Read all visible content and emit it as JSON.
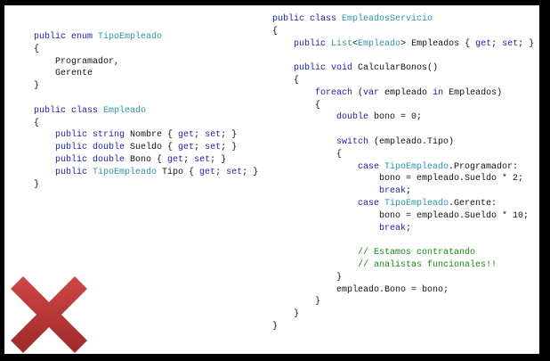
{
  "code_left": {
    "lines": [
      {
        "tokens": [
          {
            "k": "kw",
            "s": "public enum "
          },
          {
            "k": "type",
            "s": "TipoEmpleado"
          }
        ]
      },
      {
        "tokens": [
          {
            "k": "plain",
            "s": "{"
          }
        ]
      },
      {
        "tokens": [
          {
            "k": "plain",
            "s": "    Programador,"
          }
        ]
      },
      {
        "tokens": [
          {
            "k": "plain",
            "s": "    Gerente"
          }
        ]
      },
      {
        "tokens": [
          {
            "k": "plain",
            "s": "}"
          }
        ]
      },
      {
        "tokens": []
      },
      {
        "tokens": [
          {
            "k": "kw",
            "s": "public class "
          },
          {
            "k": "type",
            "s": "Empleado"
          }
        ]
      },
      {
        "tokens": [
          {
            "k": "plain",
            "s": "{"
          }
        ]
      },
      {
        "tokens": [
          {
            "k": "kw",
            "s": "    public string "
          },
          {
            "k": "plain",
            "s": "Nombre { "
          },
          {
            "k": "kw",
            "s": "get"
          },
          {
            "k": "plain",
            "s": "; "
          },
          {
            "k": "kw",
            "s": "set"
          },
          {
            "k": "plain",
            "s": "; }"
          }
        ]
      },
      {
        "tokens": [
          {
            "k": "kw",
            "s": "    public double "
          },
          {
            "k": "plain",
            "s": "Sueldo { "
          },
          {
            "k": "kw",
            "s": "get"
          },
          {
            "k": "plain",
            "s": "; "
          },
          {
            "k": "kw",
            "s": "set"
          },
          {
            "k": "plain",
            "s": "; }"
          }
        ]
      },
      {
        "tokens": [
          {
            "k": "kw",
            "s": "    public double "
          },
          {
            "k": "plain",
            "s": "Bono { "
          },
          {
            "k": "kw",
            "s": "get"
          },
          {
            "k": "plain",
            "s": "; "
          },
          {
            "k": "kw",
            "s": "set"
          },
          {
            "k": "plain",
            "s": "; }"
          }
        ]
      },
      {
        "tokens": [
          {
            "k": "kw",
            "s": "    public "
          },
          {
            "k": "type",
            "s": "TipoEmpleado"
          },
          {
            "k": "plain",
            "s": " Tipo { "
          },
          {
            "k": "kw",
            "s": "get"
          },
          {
            "k": "plain",
            "s": "; "
          },
          {
            "k": "kw",
            "s": "set"
          },
          {
            "k": "plain",
            "s": "; }"
          }
        ]
      },
      {
        "tokens": [
          {
            "k": "plain",
            "s": "}"
          }
        ]
      }
    ]
  },
  "code_right": {
    "lines": [
      {
        "tokens": [
          {
            "k": "kw",
            "s": "public class "
          },
          {
            "k": "type",
            "s": "EmpleadosServicio"
          }
        ]
      },
      {
        "tokens": [
          {
            "k": "plain",
            "s": "{"
          }
        ]
      },
      {
        "tokens": [
          {
            "k": "kw",
            "s": "    public "
          },
          {
            "k": "type",
            "s": "List"
          },
          {
            "k": "plain",
            "s": "<"
          },
          {
            "k": "type",
            "s": "Empleado"
          },
          {
            "k": "plain",
            "s": "> Empleados { "
          },
          {
            "k": "kw",
            "s": "get"
          },
          {
            "k": "plain",
            "s": "; "
          },
          {
            "k": "kw",
            "s": "set"
          },
          {
            "k": "plain",
            "s": "; }"
          }
        ]
      },
      {
        "tokens": []
      },
      {
        "tokens": [
          {
            "k": "kw",
            "s": "    public void "
          },
          {
            "k": "plain",
            "s": "CalcularBonos()"
          }
        ]
      },
      {
        "tokens": [
          {
            "k": "plain",
            "s": "    {"
          }
        ]
      },
      {
        "tokens": [
          {
            "k": "kw",
            "s": "        foreach "
          },
          {
            "k": "plain",
            "s": "("
          },
          {
            "k": "kw",
            "s": "var "
          },
          {
            "k": "plain",
            "s": "empleado "
          },
          {
            "k": "kw",
            "s": "in "
          },
          {
            "k": "plain",
            "s": "Empleados)"
          }
        ]
      },
      {
        "tokens": [
          {
            "k": "plain",
            "s": "        {"
          }
        ]
      },
      {
        "tokens": [
          {
            "k": "kw",
            "s": "            double "
          },
          {
            "k": "plain",
            "s": "bono = 0;"
          }
        ]
      },
      {
        "tokens": []
      },
      {
        "tokens": [
          {
            "k": "kw",
            "s": "            switch "
          },
          {
            "k": "plain",
            "s": "(empleado.Tipo)"
          }
        ]
      },
      {
        "tokens": [
          {
            "k": "plain",
            "s": "            {"
          }
        ]
      },
      {
        "tokens": [
          {
            "k": "kw",
            "s": "                case "
          },
          {
            "k": "type",
            "s": "TipoEmpleado"
          },
          {
            "k": "plain",
            "s": ".Programador:"
          }
        ]
      },
      {
        "tokens": [
          {
            "k": "plain",
            "s": "                    bono = empleado.Sueldo * 2;"
          }
        ]
      },
      {
        "tokens": [
          {
            "k": "kw",
            "s": "                    break"
          },
          {
            "k": "plain",
            "s": ";"
          }
        ]
      },
      {
        "tokens": [
          {
            "k": "kw",
            "s": "                case "
          },
          {
            "k": "type",
            "s": "TipoEmpleado"
          },
          {
            "k": "plain",
            "s": ".Gerente:"
          }
        ]
      },
      {
        "tokens": [
          {
            "k": "plain",
            "s": "                    bono = empleado.Sueldo * 10;"
          }
        ]
      },
      {
        "tokens": [
          {
            "k": "kw",
            "s": "                    break"
          },
          {
            "k": "plain",
            "s": ";"
          }
        ]
      },
      {
        "tokens": []
      },
      {
        "tokens": [
          {
            "k": "comment",
            "s": "                // Estamos contratando"
          }
        ]
      },
      {
        "tokens": [
          {
            "k": "comment",
            "s": "                // analistas funcionales!!"
          }
        ]
      },
      {
        "tokens": [
          {
            "k": "plain",
            "s": "            }"
          }
        ]
      },
      {
        "tokens": [
          {
            "k": "plain",
            "s": "            empleado.Bono = bono;"
          }
        ]
      },
      {
        "tokens": [
          {
            "k": "plain",
            "s": "        }"
          }
        ]
      },
      {
        "tokens": [
          {
            "k": "plain",
            "s": "    }"
          }
        ]
      },
      {
        "tokens": [
          {
            "k": "plain",
            "s": "}"
          }
        ]
      }
    ]
  },
  "icons": {
    "status": "red-x-icon"
  },
  "colors": {
    "keyword": "#1c1cb4",
    "type": "#2b91af",
    "comment": "#138a13",
    "cross": "#c23b3b"
  }
}
